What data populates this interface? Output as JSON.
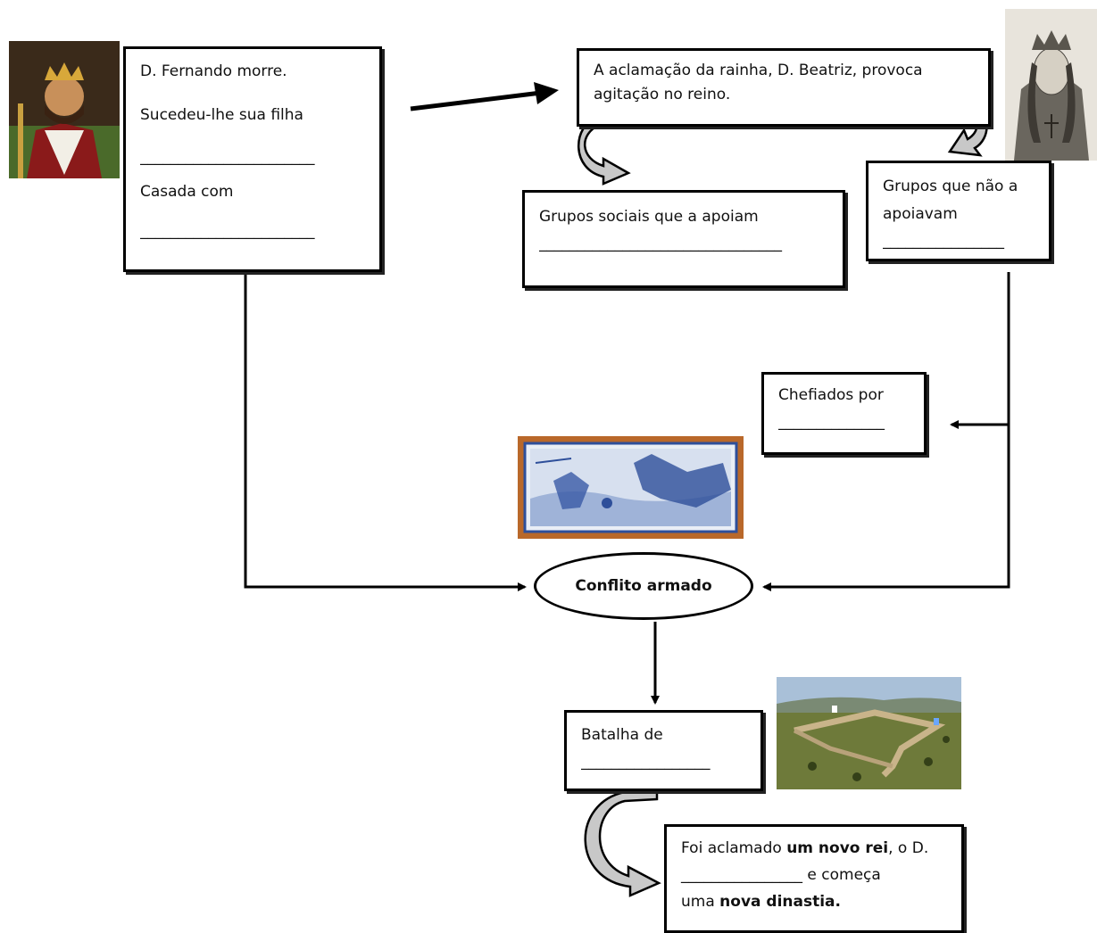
{
  "box_fernando": {
    "line1": "D. Fernando morre.",
    "line2": "Sucedeu-lhe sua filha",
    "blank1": "_______________________",
    "line3": "Casada com",
    "blank2": "_______________________"
  },
  "box_aclamacao": {
    "text": "A aclamação da rainha, D. Beatriz, provoca agitação no reino."
  },
  "box_apoiam": {
    "text": "Grupos sociais que a apoiam",
    "blank": "________________________________"
  },
  "box_nao_apoiam": {
    "text": "Grupos que não a apoiavam",
    "blank": "________________"
  },
  "box_chefiados": {
    "text": "Chefiados por",
    "blank": "______________"
  },
  "conflict": {
    "label": "Conflito armado"
  },
  "box_batalha": {
    "text": "Batalha de",
    "blank": "_________________"
  },
  "box_novo_rei": {
    "part1": "Foi aclamado ",
    "bold1": "um novo rei",
    "part2": ", o D.",
    "blank": "________________",
    "part3": " e começa",
    "part4": "uma ",
    "bold2": "nova dinastia."
  },
  "images": {
    "fernando": "king-portrait",
    "beatriz": "queen-engraving",
    "azulejo": "tile-battle-panel",
    "battlefield": "battle-aerial-view"
  },
  "colors": {
    "arrow_fill": "#c8c8c8",
    "azulejo_blue": "#2e4f9a",
    "azulejo_border": "#c0762a"
  }
}
